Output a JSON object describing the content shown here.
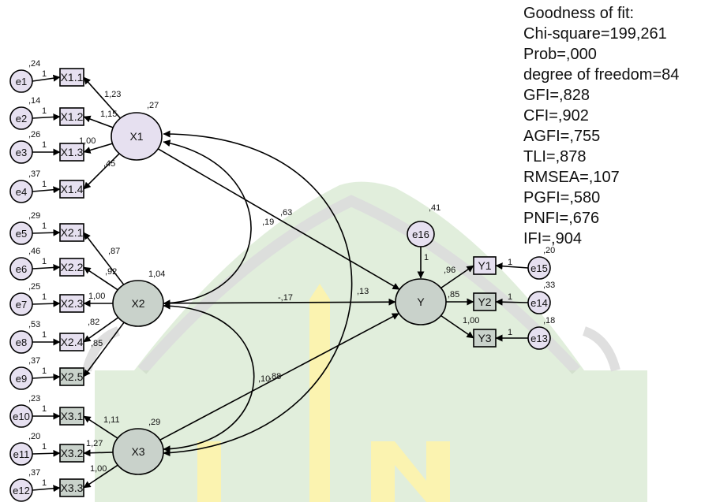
{
  "fit_indices": [
    "Goodness of fit:",
    "Chi-square=199,261",
    "Prob=,000",
    "degree of freedom=84",
    "GFI=,828",
    "CFI=,902",
    "AGFI=,755",
    "TLI=,878",
    "RMSEA=,107",
    "PGFI=,580",
    "PNFI=,676",
    "IFI=,904"
  ],
  "latents": [
    {
      "id": "X1",
      "label": "X1",
      "variance": ",27",
      "fill": "#e6e0f0"
    },
    {
      "id": "X2",
      "label": "X2",
      "variance": "1,04",
      "fill": "#c9d2cb"
    },
    {
      "id": "X3",
      "label": "X3",
      "variance": ",29",
      "fill": "#c9d2cb"
    },
    {
      "id": "Y",
      "label": "Y",
      "variance": "",
      "fill": "#c9d2cb"
    }
  ],
  "indicators": [
    {
      "label": "X1.1",
      "loading": "1,23",
      "error": "e1",
      "error_variance": ",24",
      "fixed": "1",
      "fill": "#e6e0f0"
    },
    {
      "label": "X1.2",
      "loading": "1,15",
      "error": "e2",
      "error_variance": ",14",
      "fixed": "1",
      "fill": "#e6e0f0"
    },
    {
      "label": "X1.3",
      "loading": "1,00",
      "error": "e3",
      "error_variance": ",26",
      "fixed": "1",
      "fill": "#e6e0f0"
    },
    {
      "label": "X1.4",
      "loading": ",45",
      "error": "e4",
      "error_variance": ",37",
      "fixed": "1",
      "fill": "#e6e0f0"
    },
    {
      "label": "X2.1",
      "loading": ",87",
      "error": "e5",
      "error_variance": ",29",
      "fixed": "1",
      "fill": "#e6e0f0"
    },
    {
      "label": "X2.2",
      "loading": ",92",
      "error": "e6",
      "error_variance": ",46",
      "fixed": "1",
      "fill": "#e6e0f0"
    },
    {
      "label": "X2.3",
      "loading": "1,00",
      "error": "e7",
      "error_variance": ",25",
      "fixed": "1",
      "fill": "#e6e0f0"
    },
    {
      "label": "X2.4",
      "loading": ",82",
      "error": "e8",
      "error_variance": ",53",
      "fixed": "1",
      "fill": "#e6e0f0"
    },
    {
      "label": "X2.5",
      "loading": ",85",
      "error": "e9",
      "error_variance": ",37",
      "fixed": "1",
      "fill": "#c9d2cb"
    },
    {
      "label": "X3.1",
      "loading": "1,11",
      "error": "e10",
      "error_variance": ",23",
      "fixed": "1",
      "fill": "#c9d2cb"
    },
    {
      "label": "X3.2",
      "loading": "1,27",
      "error": "e11",
      "error_variance": ",20",
      "fixed": "1",
      "fill": "#c9d2cb"
    },
    {
      "label": "X3.3",
      "loading": "1,00",
      "error": "e12",
      "error_variance": ",37",
      "fixed": "1",
      "fill": "#c9d2cb"
    },
    {
      "label": "Y1",
      "loading": ",96",
      "error": "e15",
      "error_variance": ",20",
      "fixed": "1",
      "fill": "#e6e0f0"
    },
    {
      "label": "Y2",
      "loading": ",85",
      "error": "e14",
      "error_variance": ",33",
      "fixed": "1",
      "fill": "#c9d2cb"
    },
    {
      "label": "Y3",
      "loading": "1,00",
      "error": "e13",
      "error_variance": ",18",
      "fixed": "1",
      "fill": "#c9d2cb"
    }
  ],
  "structural": {
    "x1_to_y": ",63",
    "x2_to_y": "-,17",
    "x3_to_y": ",88",
    "cov_x1_x2": ",19",
    "cov_x1_x3": ",13",
    "cov_x2_x3": ",10",
    "disturbance": "e16",
    "disturbance_variance": ",41",
    "disturbance_fixed": "1"
  },
  "colors": {
    "latent_light": "#e6e0f0",
    "latent_gray": "#c9d2cb",
    "watermark_green": "#c8e0c0",
    "watermark_gray": "#dcdcdc",
    "watermark_yellow": "#fff3a8",
    "line": "#000000"
  }
}
